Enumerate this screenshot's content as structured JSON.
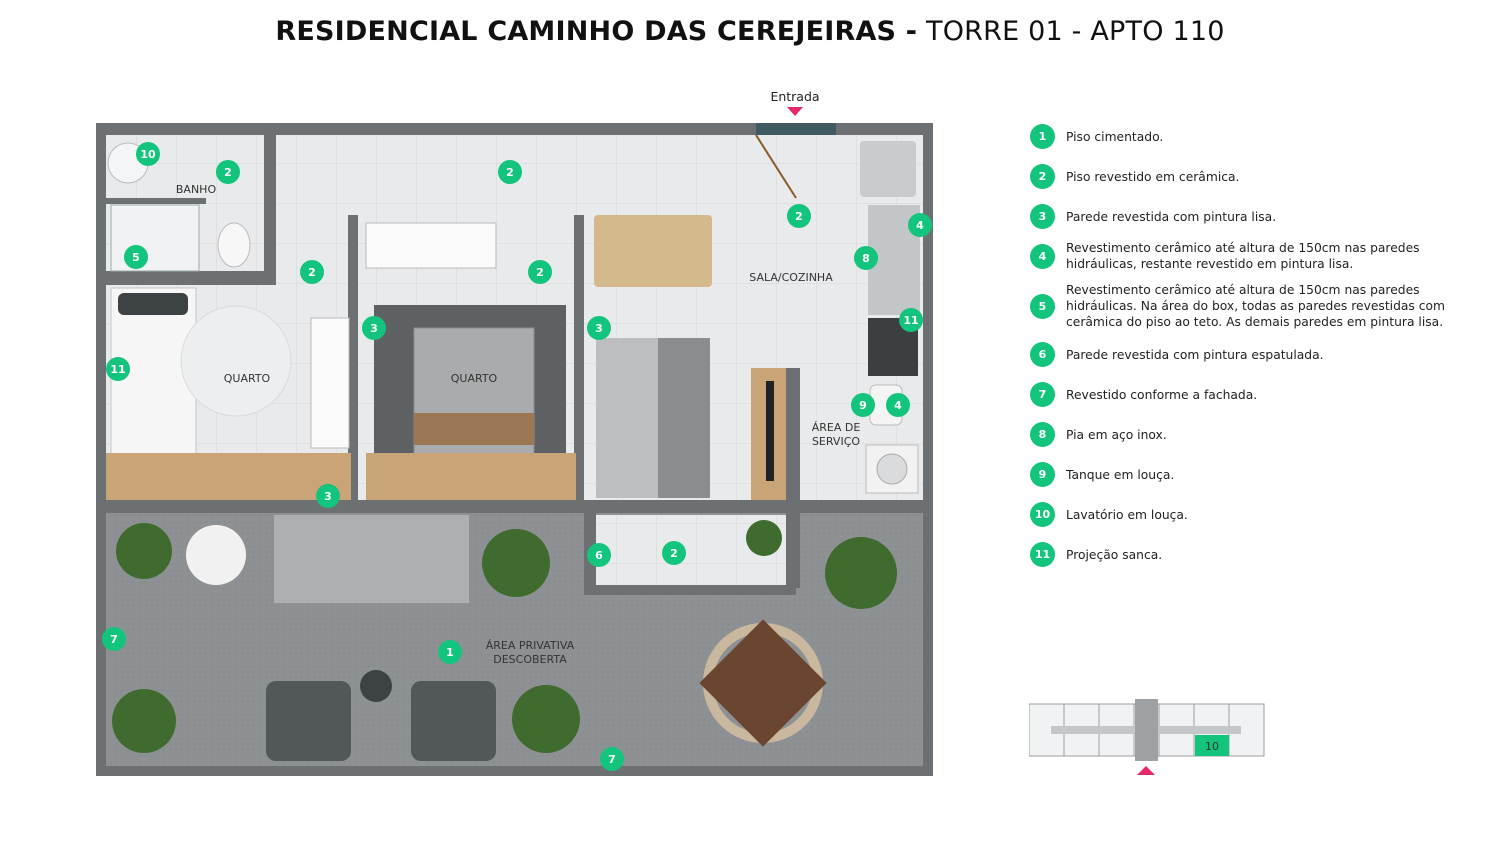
{
  "header": {
    "title_bold": "RESIDENCIAL CAMINHO DAS CEREJEIRAS -",
    "title_light": "TORRE 01 - APTO 110"
  },
  "entrance_label": "Entrada",
  "rooms": {
    "banho": "BANHO",
    "quarto_1": "QUARTO",
    "quarto_2": "QUARTO",
    "sala_cozinha": "SALA/COZINHA",
    "area_servico_1": "ÁREA DE",
    "area_servico_2": "SERVIÇO",
    "area_privativa_1": "ÁREA PRIVATIVA",
    "area_privativa_2": "DESCOBERTA"
  },
  "plan_markers": [
    "10",
    "2",
    "2",
    "2",
    "4",
    "5",
    "2",
    "2",
    "8",
    "3",
    "3",
    "11",
    "11",
    "9",
    "4",
    "3",
    "6",
    "2",
    "7",
    "1",
    "7"
  ],
  "legend": [
    {
      "num": "1",
      "text": "Piso cimentado."
    },
    {
      "num": "2",
      "text": "Piso revestido em cerâmica."
    },
    {
      "num": "3",
      "text": "Parede revestida com pintura lisa."
    },
    {
      "num": "4",
      "text": "Revestimento cerâmico até altura de 150cm nas paredes hidráulicas, restante revestido em pintura lisa."
    },
    {
      "num": "5",
      "text": "Revestimento cerâmico até altura de 150cm nas paredes hidráulicas. Na área do box, todas as paredes revestidas com cerâmica do piso ao teto. As demais paredes em pintura lisa."
    },
    {
      "num": "6",
      "text": "Parede revestida com pintura espatulada."
    },
    {
      "num": "7",
      "text": "Revestido conforme a fachada."
    },
    {
      "num": "8",
      "text": "Pia em aço inox."
    },
    {
      "num": "9",
      "text": "Tanque em louça."
    },
    {
      "num": "10",
      "text": "Lavatório em louça."
    },
    {
      "num": "11",
      "text": "Projeção sanca."
    }
  ],
  "key_plan": {
    "unit_label": "10"
  },
  "colors": {
    "accent_green": "#13c47c",
    "accent_pink": "#e7266b",
    "wall": "#6c7072",
    "tile": "#e6e8ea",
    "terrace": "#8f9294"
  }
}
